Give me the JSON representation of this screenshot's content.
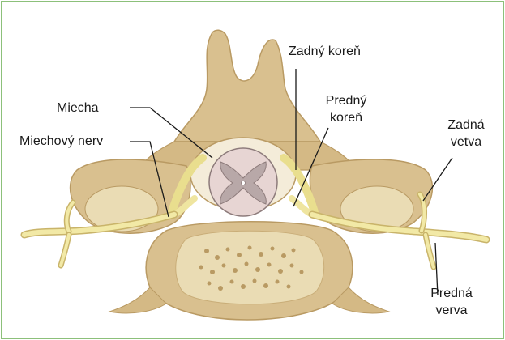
{
  "labels": {
    "miecha": "Miecha",
    "miechovy_nerv": "Miechový nerv",
    "zadny_koren": "Zadný koreň",
    "predny_koren_line1": "Predný",
    "predny_koren_line2": "koreň",
    "zadna_vetva_line1": "Zadná",
    "zadna_vetva_line2": "vetva",
    "predna_verva_line1": "Predná",
    "predna_verva_line2": "verva"
  },
  "colors": {
    "frame_border": "#8cc07a",
    "bone": "#d9c08f",
    "bone_dark": "#b99a63",
    "bone_light": "#eadcb4",
    "nerve": "#f2e9a6",
    "nerve_outline": "#c9b46a",
    "cord": "#e7d5d3",
    "grey_matter": "#b8a8a8"
  }
}
